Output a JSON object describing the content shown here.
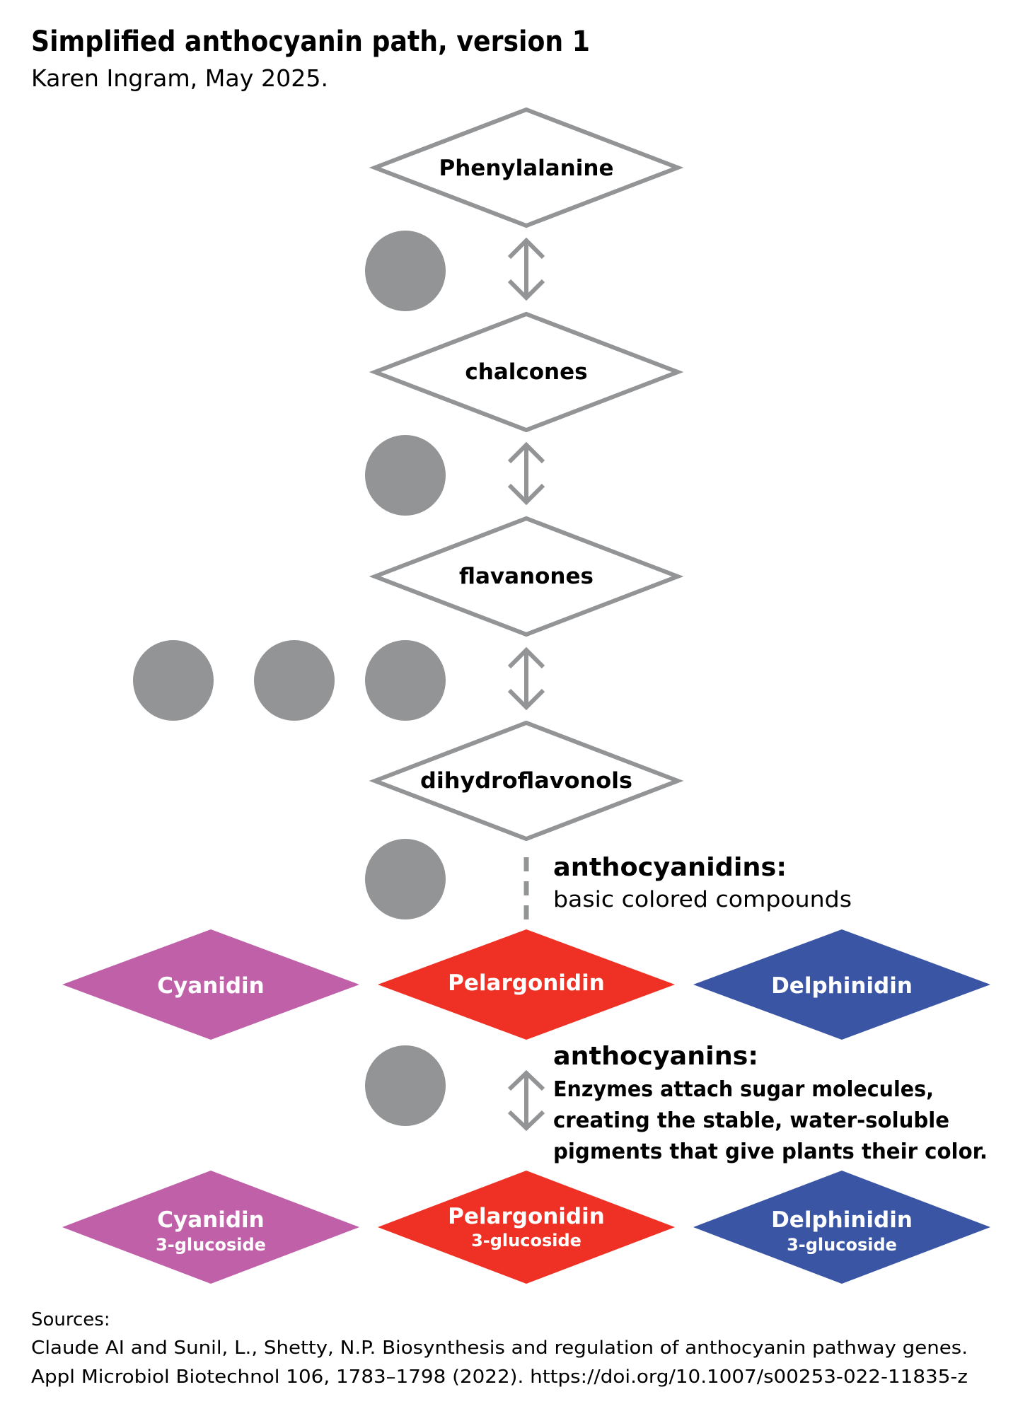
{
  "header": {
    "title": "Simplified anthocyanin path, version 1",
    "byline": "Karen Ingram, May 2025."
  },
  "colors": {
    "outline_gray": "#939496",
    "circle_gray": "#939496",
    "cyanidin": "#bf60a8",
    "pelargonidin": "#ee3124",
    "delphinidin": "#3b55a5"
  },
  "nodes": {
    "phenylalanine": "Phenylalanine",
    "chalcones": "chalcones",
    "flavanones": "flavanones",
    "dihydroflavonols": "dihydroflavonols"
  },
  "anthocyanidins": {
    "heading": "anthocyanidins:",
    "description": "basic colored compounds",
    "items": [
      {
        "name": "Cyanidin"
      },
      {
        "name": "Pelargonidin"
      },
      {
        "name": "Delphinidin"
      }
    ]
  },
  "anthocyanins": {
    "heading": "anthocyanins:",
    "description_lines": [
      "Enzymes attach sugar molecules,",
      "creating the stable, water-soluble",
      "pigments that give plants their color."
    ],
    "items": [
      {
        "name": "Cyanidin",
        "suffix": "3-glucoside"
      },
      {
        "name": "Pelargonidin",
        "suffix": "3-glucoside"
      },
      {
        "name": "Delphinidin",
        "suffix": "3-glucoside"
      }
    ]
  },
  "sources": {
    "label": "Sources:",
    "lines": [
      "Claude AI and Sunil, L., Shetty, N.P. Biosynthesis and regulation of anthocyanin pathway genes.",
      "Appl Microbiol Biotechnol 106, 1783–1798 (2022). https://doi.org/10.1007/s00253-022-11835-z"
    ]
  }
}
